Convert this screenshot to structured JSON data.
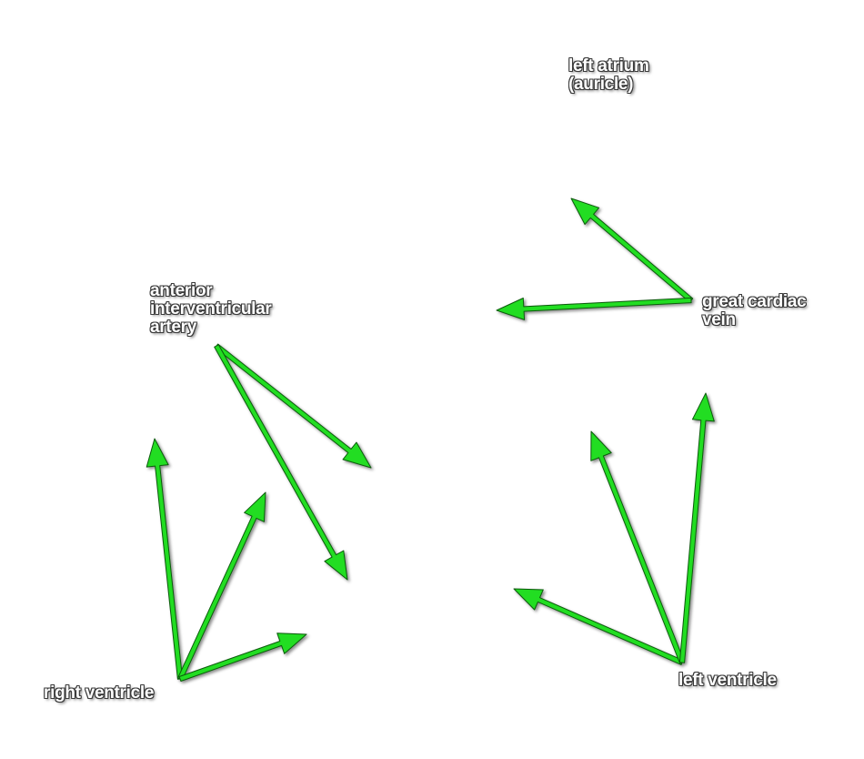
{
  "labels": {
    "left_atrium": [
      "left atrium",
      "(auricle)"
    ],
    "great_cardiac_vein": [
      "great cardiac",
      "vein"
    ],
    "anterior_interventricular_artery": [
      "anterior",
      "interventricular",
      "artery"
    ],
    "right_ventricle": [
      "right ventricle"
    ],
    "left_ventricle": [
      "left ventricle"
    ]
  },
  "colors": {
    "arrow": "#22dd22",
    "arrow_outline": "#0a5a0a",
    "label_text": "#ffffff",
    "label_outline": "#3a3a3a"
  }
}
